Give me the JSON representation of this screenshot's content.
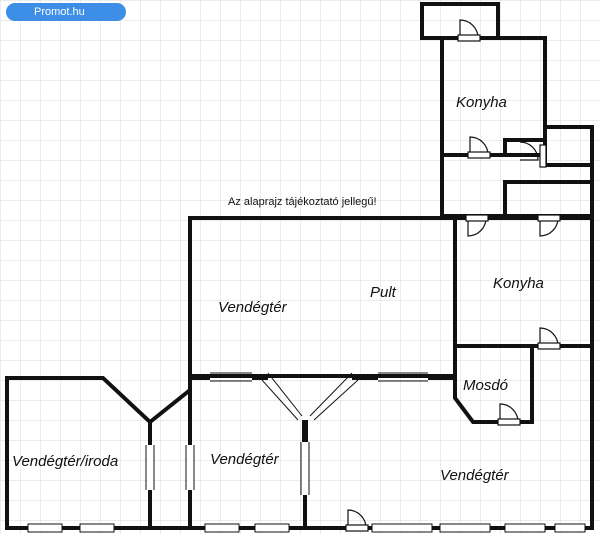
{
  "brand": {
    "label": "Promot.hu",
    "color": "#3d8ee6"
  },
  "notice": "Az alaprajz tájékoztató jellegű!",
  "rooms": {
    "konyha_top": "Konyha",
    "konyha_right": "Konyha",
    "vendegter_main": "Vendégtér",
    "pult": "Pult",
    "mosdo": "Mosdó",
    "vendegter_iroda": "Vendégtér/iroda",
    "vendegter_mid": "Vendégtér",
    "vendegter_bottom": "Vendégtér"
  },
  "colors": {
    "wall": "#111111",
    "grid": "#d9d9d9",
    "window": "#ffffff"
  }
}
